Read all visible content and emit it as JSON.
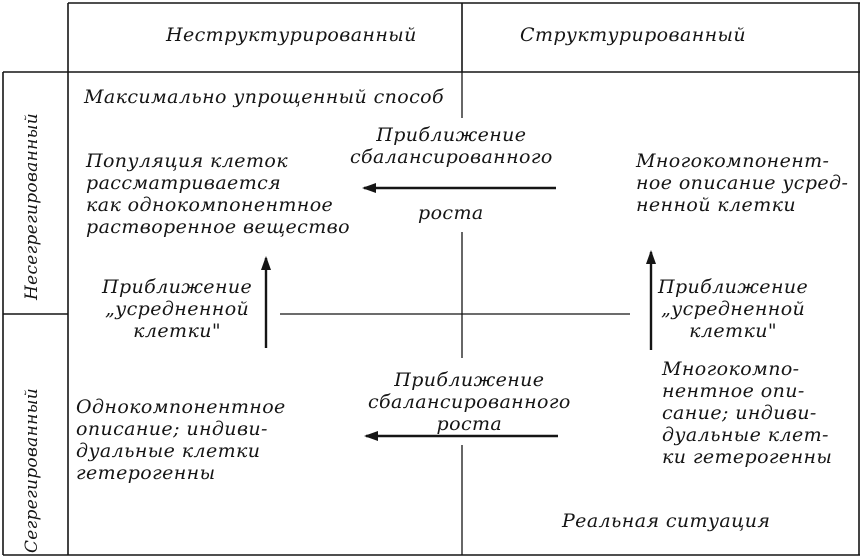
{
  "columns": {
    "unstructured": "Неструктурированный",
    "structured": "Структурированный"
  },
  "rows": {
    "nonsegregated": "Несегрегированный",
    "segregated": "Сегрегированный"
  },
  "cells": {
    "top_left_caption": "Максимально упрощенный способ",
    "top_left_text": "Популяция клеток\nрассматривается\nкак однокомпонентное\nрастворенное вещество",
    "top_right_text": "Многокомпонент-\nное описание усред-\nненной клетки",
    "bottom_left_text": "Однокомпонентное\nописание; индиви-\nдуальные клетки\nгетерогенны",
    "bottom_right_text": "Многокомпо-\nнентное опи-\nсание; индиви-\nдуальные клет-\nки гетерогенны",
    "bottom_right_caption": "Реальная ситуация"
  },
  "arrows": {
    "top_horizontal_label_a": "Приближение\nсбалансированного",
    "top_horizontal_label_b": "роста",
    "bottom_horizontal_label": "Приближение\nсбалансированного\nроста",
    "left_vertical_label": "Приближение\n„усредненной\nклетки\"",
    "right_vertical_label": "Приближение\n„усредненной\nклетки\""
  }
}
